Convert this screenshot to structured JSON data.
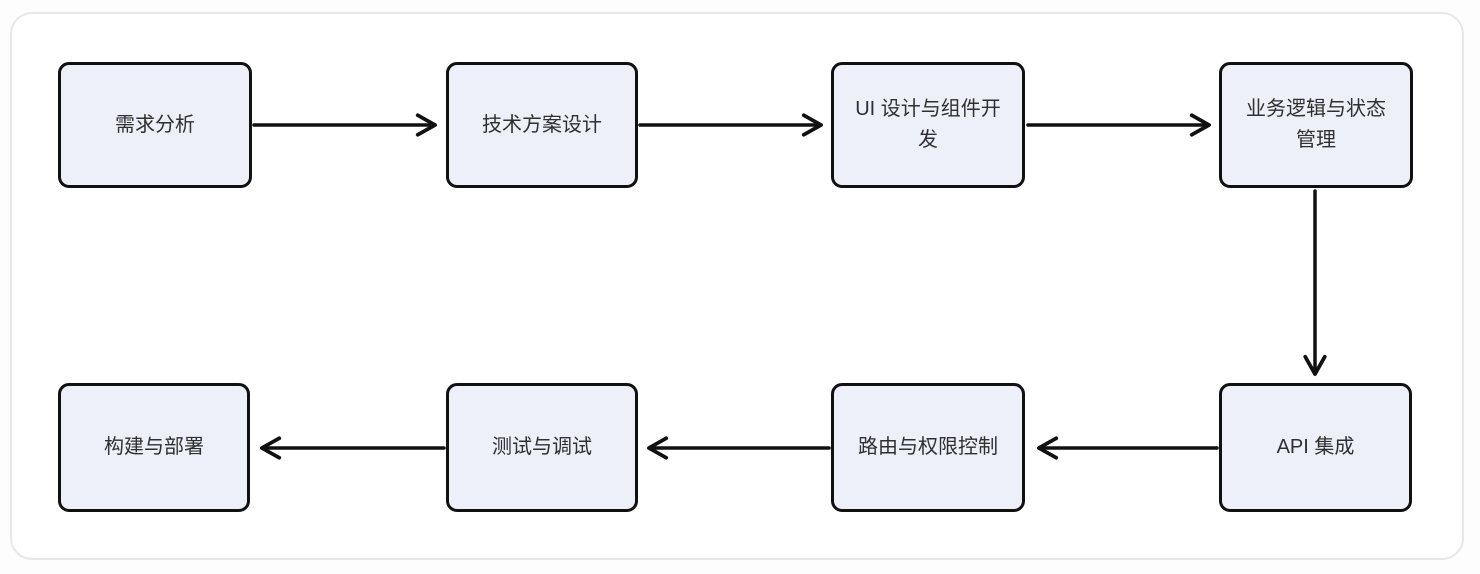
{
  "diagram": {
    "title": "",
    "nodes": [
      {
        "id": "requirements",
        "label": "需求分析"
      },
      {
        "id": "tech-design",
        "label": "技术方案设计"
      },
      {
        "id": "ui-components",
        "label": "UI 设计与组件开发"
      },
      {
        "id": "business-logic",
        "label": "业务逻辑与状态管理"
      },
      {
        "id": "api-integration",
        "label": "API 集成"
      },
      {
        "id": "routing-permissions",
        "label": "路由与权限控制"
      },
      {
        "id": "testing-debugging",
        "label": "测试与调试"
      },
      {
        "id": "build-deploy",
        "label": "构建与部署"
      }
    ],
    "edges": [
      {
        "from": "requirements",
        "to": "tech-design"
      },
      {
        "from": "tech-design",
        "to": "ui-components"
      },
      {
        "from": "ui-components",
        "to": "business-logic"
      },
      {
        "from": "business-logic",
        "to": "api-integration"
      },
      {
        "from": "api-integration",
        "to": "routing-permissions"
      },
      {
        "from": "routing-permissions",
        "to": "testing-debugging"
      },
      {
        "from": "testing-debugging",
        "to": "build-deploy"
      }
    ],
    "colors": {
      "node_fill": "#edf0f9",
      "node_border": "#111111",
      "arrow": "#111111",
      "text": "#2f2f2f",
      "panel_bg": "#ffffff",
      "panel_border": "#e7e7e7"
    }
  }
}
